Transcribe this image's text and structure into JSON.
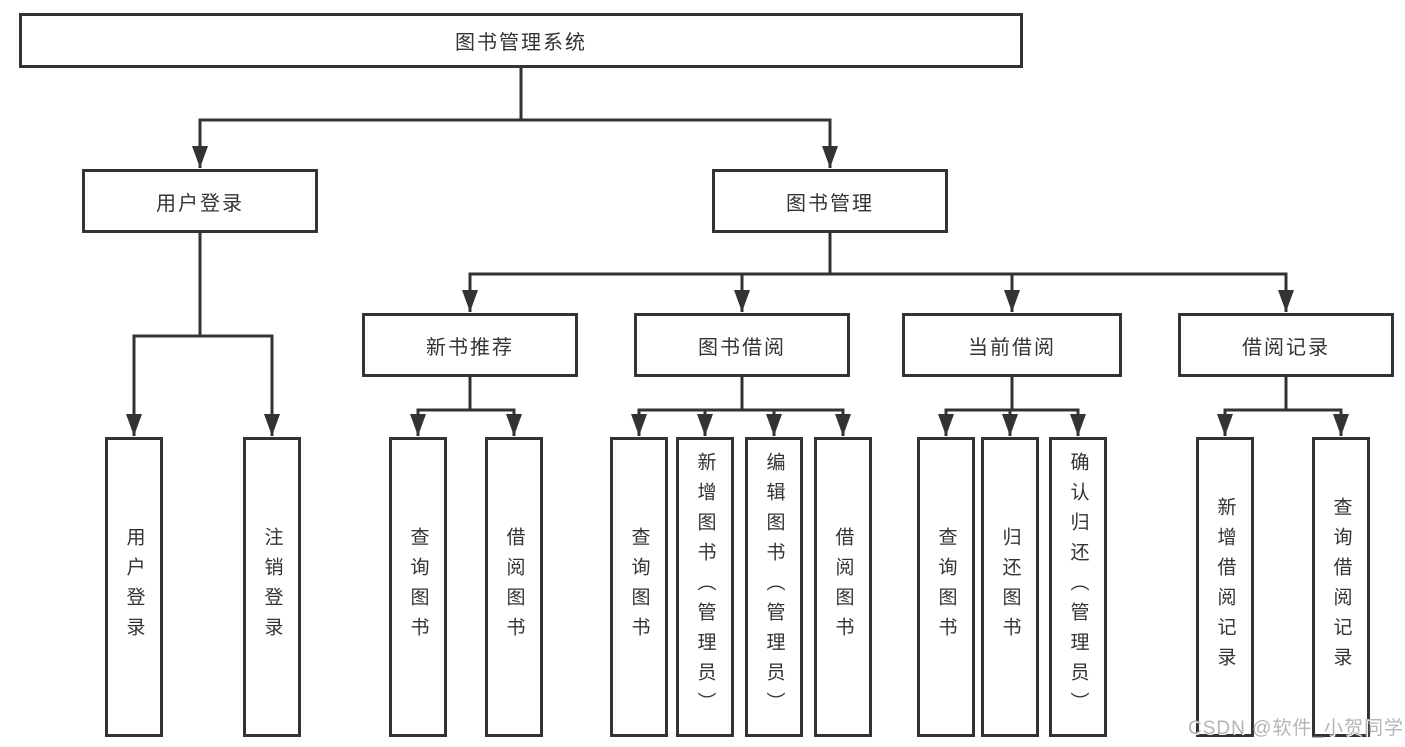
{
  "diagram": {
    "type": "hierarchy-tree",
    "colors": {
      "line": "#333333",
      "box_border": "#333333",
      "text": "#333333",
      "background": "#ffffff",
      "watermark_text": "#b5b5b5"
    },
    "tree": {
      "label": "图书管理系统",
      "children": [
        {
          "label": "用户登录",
          "children": [
            {
              "label": "用户登录"
            },
            {
              "label": "注销登录"
            }
          ]
        },
        {
          "label": "图书管理",
          "children": [
            {
              "label": "新书推荐",
              "children": [
                {
                  "label": "查询图书"
                },
                {
                  "label": "借阅图书"
                }
              ]
            },
            {
              "label": "图书借阅",
              "children": [
                {
                  "label": "查询图书"
                },
                {
                  "label": "新增图书（管理员）"
                },
                {
                  "label": "编辑图书（管理员）"
                },
                {
                  "label": "借阅图书"
                }
              ]
            },
            {
              "label": "当前借阅",
              "children": [
                {
                  "label": "查询图书"
                },
                {
                  "label": "归还图书"
                },
                {
                  "label": "确认归还（管理员）"
                }
              ]
            },
            {
              "label": "借阅记录",
              "children": [
                {
                  "label": "新增借阅记录"
                },
                {
                  "label": "查询借阅记录"
                }
              ]
            }
          ]
        }
      ]
    },
    "watermark": "CSDN @软件_小贺同学"
  }
}
